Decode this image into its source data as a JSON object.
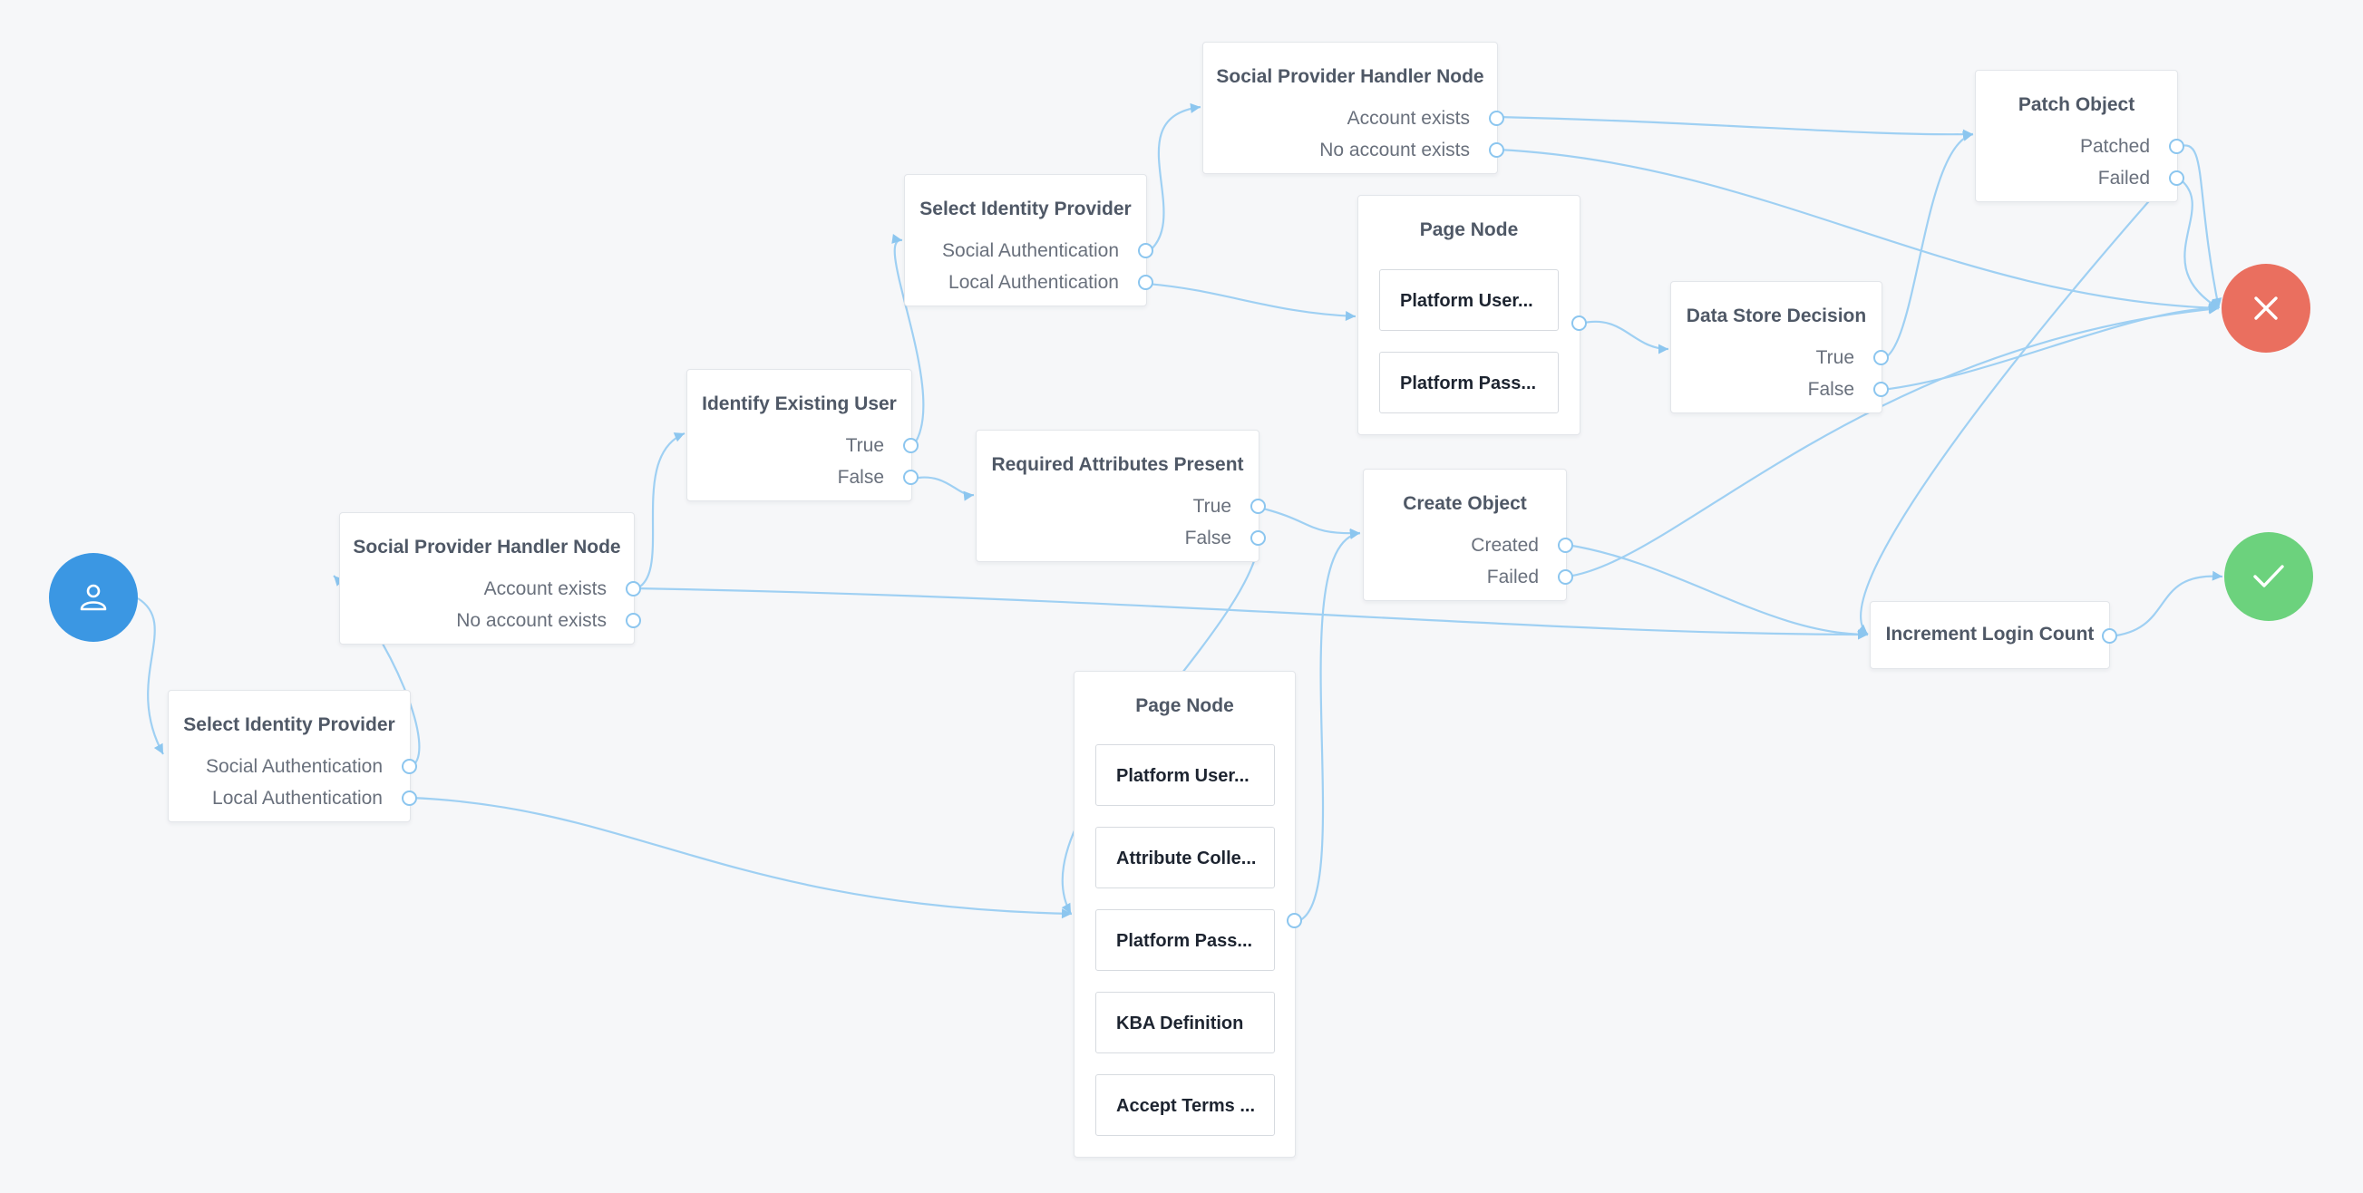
{
  "nodes": {
    "start": {
      "icon": "person-icon",
      "color": "#3b97e3"
    },
    "failure": {
      "icon": "close-icon",
      "color": "#ea6f5f"
    },
    "success": {
      "icon": "check-icon",
      "color": "#6cd27d"
    },
    "select_idp_1": {
      "title": "Select Identity Provider",
      "outcomes": [
        "Social Authentication",
        "Local Authentication"
      ]
    },
    "social_handler_1": {
      "title": "Social Provider Handler Node",
      "outcomes": [
        "Account exists",
        "No account exists"
      ]
    },
    "identify_user": {
      "title": "Identify Existing User",
      "outcomes": [
        "True",
        "False"
      ]
    },
    "select_idp_2": {
      "title": "Select Identity Provider",
      "outcomes": [
        "Social Authentication",
        "Local Authentication"
      ]
    },
    "social_handler_2": {
      "title": "Social Provider Handler Node",
      "outcomes": [
        "Account exists",
        "No account exists"
      ]
    },
    "required_attrs": {
      "title": "Required Attributes Present",
      "outcomes": [
        "True",
        "False"
      ]
    },
    "page_node_1": {
      "title": "Page Node",
      "children": [
        "Platform User...",
        "Platform Pass..."
      ]
    },
    "page_node_2": {
      "title": "Page Node",
      "children": [
        "Platform User...",
        "Attribute Colle...",
        "Platform Pass...",
        "KBA Definition",
        "Accept Terms ..."
      ]
    },
    "create_object": {
      "title": "Create Object",
      "outcomes": [
        "Created",
        "Failed"
      ]
    },
    "data_store": {
      "title": "Data Store Decision",
      "outcomes": [
        "True",
        "False"
      ]
    },
    "patch_object": {
      "title": "Patch Object",
      "outcomes": [
        "Patched",
        "Failed"
      ]
    },
    "increment_login": {
      "title": "Increment Login Count"
    }
  }
}
